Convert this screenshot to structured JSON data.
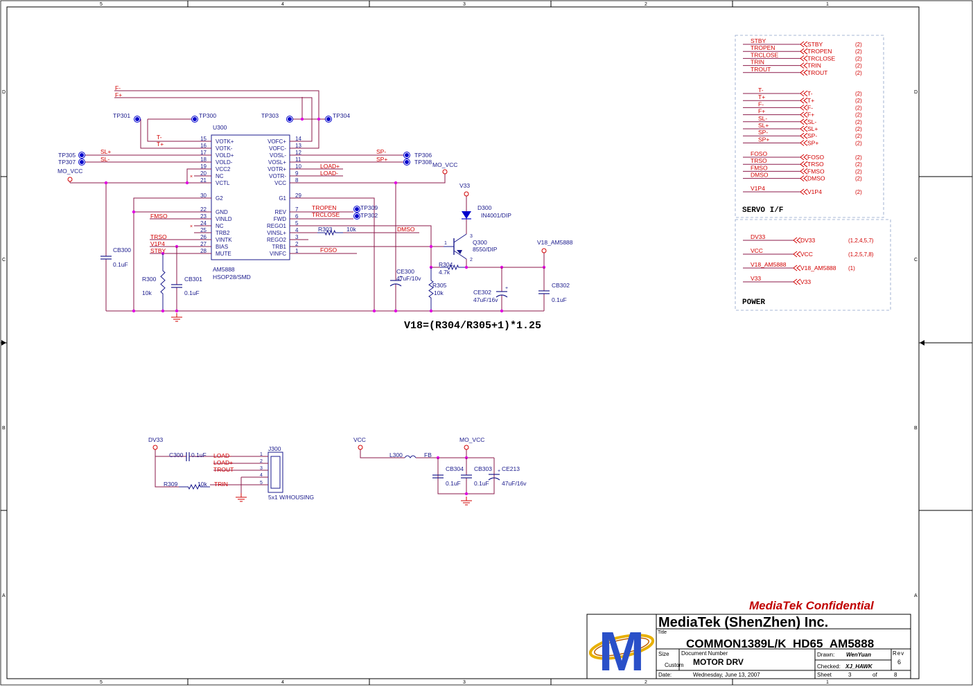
{
  "colors": {
    "wire": "#8b1a4a",
    "net": "#d20000",
    "ref": "#1a1a8c",
    "frame": "#000000",
    "junction": "#e000e0",
    "pin": "#0000cc",
    "confidential": "#c00000"
  },
  "border": {
    "cols": [
      "5",
      "4",
      "3",
      "2",
      "1"
    ],
    "rows": [
      "D",
      "C",
      "B",
      "A"
    ]
  },
  "ic": {
    "ref": "U300",
    "part": "AM5888",
    "package": "HSOP28/SMD",
    "left_pins": [
      {
        "num": "15",
        "name": "VOTK+",
        "net": "T-"
      },
      {
        "num": "16",
        "name": "VOTK-",
        "net": "T+"
      },
      {
        "num": "17",
        "name": "VOLD+",
        "net": "SL+"
      },
      {
        "num": "18",
        "name": "VOLD-",
        "net": "SL-"
      },
      {
        "num": "19",
        "name": "VCC2",
        "net": ""
      },
      {
        "num": "20",
        "name": "NC",
        "net": ""
      },
      {
        "num": "21",
        "name": "VCTL",
        "net": ""
      },
      {
        "num": "30",
        "name": "G2",
        "net": ""
      },
      {
        "num": "22",
        "name": "GND",
        "net": ""
      },
      {
        "num": "23",
        "name": "VINLD",
        "net": "FMSO"
      },
      {
        "num": "24",
        "name": "NC",
        "net": ""
      },
      {
        "num": "25",
        "name": "TRB2",
        "net": ""
      },
      {
        "num": "26",
        "name": "VINTK",
        "net": "TRSO"
      },
      {
        "num": "27",
        "name": "BIAS",
        "net": "V1P4"
      },
      {
        "num": "28",
        "name": "MUTE",
        "net": "STBY"
      }
    ],
    "right_pins": [
      {
        "num": "14",
        "name": "VOFC+",
        "net": ""
      },
      {
        "num": "13",
        "name": "VOFC-",
        "net": ""
      },
      {
        "num": "12",
        "name": "VOSL-",
        "net": "SP-"
      },
      {
        "num": "11",
        "name": "VOSL+",
        "net": "SP+"
      },
      {
        "num": "10",
        "name": "VOTR+",
        "net": "LOAD+"
      },
      {
        "num": "9",
        "name": "VOTR-",
        "net": "LOAD-"
      },
      {
        "num": "8",
        "name": "VCC",
        "net": ""
      },
      {
        "num": "29",
        "name": "G1",
        "net": ""
      },
      {
        "num": "7",
        "name": "REV",
        "net": "TROPEN"
      },
      {
        "num": "6",
        "name": "FWD",
        "net": "TRCLOSE"
      },
      {
        "num": "5",
        "name": "REGO1",
        "net": ""
      },
      {
        "num": "4",
        "name": "VINSL+",
        "net": "DMSO"
      },
      {
        "num": "3",
        "name": "REGO2",
        "net": ""
      },
      {
        "num": "2",
        "name": "TRB1",
        "net": ""
      },
      {
        "num": "1",
        "name": "VINFC",
        "net": "FOSO"
      }
    ]
  },
  "nets": {
    "f_minus": "F-",
    "f_plus": "F+",
    "sl_plus": "SL+",
    "sl_minus": "SL-",
    "mo_vcc": "MO_VCC",
    "v33": "V33",
    "v18": "V18_AM5888",
    "dv33": "DV33",
    "vcc": "VCC",
    "load_minus": "LOAD-",
    "load_plus": "LOAD+",
    "trout": "TROUT",
    "trin": "TRIN"
  },
  "testpoints": {
    "tp301": "TP301",
    "tp300": "TP300",
    "tp303": "TP303",
    "tp304": "TP304",
    "tp305": "TP305",
    "tp307": "TP307",
    "tp306": "TP306",
    "tp308": "TP308",
    "tp309": "TP309",
    "tp302": "TP302"
  },
  "parts": {
    "cb300": {
      "ref": "CB300",
      "val": "0.1uF"
    },
    "r300": {
      "ref": "R300",
      "val": "10k"
    },
    "cb301": {
      "ref": "CB301",
      "val": "0.1uF"
    },
    "r303": {
      "ref": "R303",
      "val": "10k"
    },
    "ce300": {
      "ref": "CE300",
      "val": "47uF/10v"
    },
    "r304": {
      "ref": "R304",
      "val": "4.7k"
    },
    "r305": {
      "ref": "R305",
      "val": "10k"
    },
    "d300": {
      "ref": "D300",
      "val": "IN4001/DIP"
    },
    "q300": {
      "ref": "Q300",
      "val": "8550/DIP"
    },
    "ce302": {
      "ref": "CE302",
      "val": "47uF/16v"
    },
    "cb302": {
      "ref": "CB302",
      "val": "0.1uF"
    },
    "c300": {
      "ref": "C300",
      "val": "0.1uF"
    },
    "r309": {
      "ref": "R309",
      "val": "10k"
    },
    "j300": {
      "ref": "J300",
      "val": "5x1 W/HOUSING",
      "pins": [
        "1",
        "2",
        "3",
        "4",
        "5"
      ]
    },
    "l300": {
      "ref": "L300",
      "val": "FB"
    },
    "cb304": {
      "ref": "CB304",
      "val": "0.1uF"
    },
    "cb303": {
      "ref": "CB303",
      "val": "0.1uF"
    },
    "ce213": {
      "ref": "CE213",
      "val": "47uF/16v"
    }
  },
  "q_pins": {
    "b": "1",
    "c": "3",
    "e": "2"
  },
  "formula": "V18=(R304/R305+1)*1.25",
  "servo": {
    "title": "SERVO I/F",
    "groups": [
      [
        [
          "STBY",
          "(2)"
        ],
        [
          "TROPEN",
          "(2)"
        ],
        [
          "TRCLOSE",
          "(2)"
        ],
        [
          "TRIN",
          "(2)"
        ],
        [
          "TROUT",
          "(2)"
        ]
      ],
      [
        [
          "T-",
          "(2)"
        ],
        [
          "T+",
          "(2)"
        ],
        [
          "F-",
          "(2)"
        ],
        [
          "F+",
          "(2)"
        ],
        [
          "SL-",
          "(2)"
        ],
        [
          "SL+",
          "(2)"
        ],
        [
          "SP-",
          "(2)"
        ],
        [
          "SP+",
          "(2)"
        ]
      ],
      [
        [
          "FOSO",
          "(2)"
        ],
        [
          "TRSO",
          "(2)"
        ],
        [
          "FMSO",
          "(2)"
        ],
        [
          "DMSO",
          "(2)"
        ]
      ],
      [
        [
          "V1P4",
          "(2)"
        ]
      ]
    ]
  },
  "power": {
    "title": "POWER",
    "items": [
      [
        "DV33",
        "(1,2,4,5,7)"
      ],
      [
        "VCC",
        "(1,2,5,7,8)"
      ],
      [
        "V18_AM5888",
        "(1)"
      ],
      [
        "V33",
        ""
      ]
    ]
  },
  "titleblock": {
    "confidential": "MediaTek Confidential",
    "company": "MediaTek (ShenZhen) Inc.",
    "title_label": "Title",
    "title": "COMMON1389L/K_HD65_AM5888",
    "size_label": "Size",
    "size": "Custom",
    "docnum_label": "Document Number",
    "docnum": "MOTOR DRV",
    "drawn_label": "Drawn:",
    "drawn": "WenYuan",
    "checked_label": "Checked:",
    "checked": "XJ_HAWK",
    "rev_label": "Rev",
    "rev": "6",
    "date_label": "Date:",
    "date": "Wednesday, June 13, 2007",
    "sheet_label": "Sheet",
    "sheet": "3",
    "of_label": "of",
    "sheet_total": "8",
    "logo_letter": "M"
  }
}
